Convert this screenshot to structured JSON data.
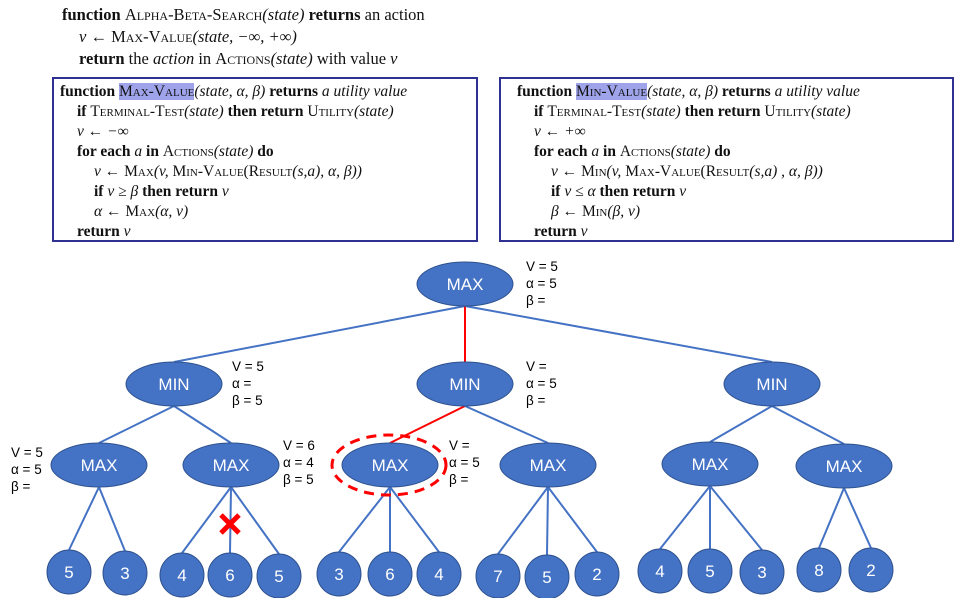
{
  "colors": {
    "node_fill": "#4472c4",
    "node_stroke": "#2f528f",
    "edge": "#4472c4",
    "highlight_edge": "#ff0000",
    "pseudocode_border": "#2e3192",
    "highlight_bg": "#9ea3ea"
  },
  "pseudocode": {
    "alpha_beta_search": {
      "line1": {
        "kw1": "function",
        "name": "Alpha-Beta-Search",
        "args": "(state)",
        "kw2": "returns",
        "rest": "an action"
      },
      "line2": {
        "v": "v",
        "arrow": "←",
        "call": "Max-Value",
        "args": "(state, −∞, +∞)"
      },
      "line3": {
        "kw": "return",
        "the": "the",
        "action": "action",
        "in": "in",
        "fn": "Actions",
        "args": "(state)",
        "tail": "with value",
        "v": "v"
      }
    },
    "max_value": {
      "kw_function": "function",
      "name": "Max-Value",
      "sig": "(state, α, β)",
      "kw_returns": "returns",
      "ret": "a utility value",
      "lines": [
        {
          "kw": "if",
          "a": "Terminal-Test",
          "b": "(state)",
          "kw2": "then return",
          "c": "Utility",
          "d": "(state)"
        },
        {
          "text": "v ← −∞"
        },
        {
          "kw": "for each",
          "a": "a",
          "kw2": "in",
          "b": "Actions",
          "c": "(state)",
          "kw3": "do"
        },
        {
          "text_a": "v ← ",
          "fn": "Max",
          "text_b": "(v, ",
          "fn2": "Min-Value",
          "text_c": "(",
          "fn3": "Result",
          "text_d": "(s,a), α, β))"
        },
        {
          "kw": "if",
          "a": "v  ≥  β",
          "kw2": "then return",
          "b": "v"
        },
        {
          "text_a": "α ← ",
          "fn": "Max",
          "text_b": "(α, v)"
        },
        {
          "kw": "return",
          "a": "v"
        }
      ]
    },
    "min_value": {
      "kw_function": "function",
      "name": "Min-Value",
      "sig": "(state, α, β)",
      "kw_returns": "returns",
      "ret": "a utility value",
      "lines": [
        {
          "kw": "if",
          "a": "Terminal-Test",
          "b": "(state)",
          "kw2": "then return",
          "c": "Utility",
          "d": "(state)"
        },
        {
          "text": "v ← +∞"
        },
        {
          "kw": "for each",
          "a": "a",
          "kw2": "in",
          "b": "Actions",
          "c": "(state)",
          "kw3": "do"
        },
        {
          "text_a": "v ← ",
          "fn": "Min",
          "text_b": "(v, ",
          "fn2": "Max-Value",
          "text_c": "(",
          "fn3": "Result",
          "text_d": "(s,a) , α, β))"
        },
        {
          "kw": "if",
          "a": "v  ≤  α",
          "kw2": "then return",
          "b": "v"
        },
        {
          "text_a": "β ← ",
          "fn": "Min",
          "text_b": "(β, v)"
        },
        {
          "kw": "return",
          "a": "v"
        }
      ]
    }
  },
  "tree": {
    "nodes": [
      {
        "id": "root",
        "label": "MAX",
        "type": "max",
        "annotation": [
          "V = 5",
          "α = 5",
          "β ="
        ]
      },
      {
        "id": "min1",
        "label": "MIN",
        "type": "min",
        "annotation": [
          "V = 5",
          "α =",
          "β = 5"
        ]
      },
      {
        "id": "min2",
        "label": "MIN",
        "type": "min",
        "annotation": [
          "V =",
          "α = 5",
          "β ="
        ]
      },
      {
        "id": "min3",
        "label": "MIN",
        "type": "min",
        "annotation": []
      },
      {
        "id": "max1",
        "label": "MAX",
        "type": "max",
        "annotation": [
          "V = 5",
          "α = 5",
          "β ="
        ]
      },
      {
        "id": "max2",
        "label": "MAX",
        "type": "max",
        "annotation": [
          "V = 6",
          "α = 4",
          "β = 5"
        ]
      },
      {
        "id": "max3",
        "label": "MAX",
        "type": "max",
        "annotation": [
          "V =",
          "α = 5",
          "β ="
        ],
        "current": true
      },
      {
        "id": "max4",
        "label": "MAX",
        "type": "max",
        "annotation": []
      },
      {
        "id": "max5",
        "label": "MAX",
        "type": "max",
        "annotation": []
      },
      {
        "id": "max6",
        "label": "MAX",
        "type": "max",
        "annotation": []
      }
    ],
    "leaves": [
      {
        "parent": "max1",
        "value": "5"
      },
      {
        "parent": "max1",
        "value": "3"
      },
      {
        "parent": "max2",
        "value": "4"
      },
      {
        "parent": "max2",
        "value": "6",
        "pruned": true
      },
      {
        "parent": "max2",
        "value": "5"
      },
      {
        "parent": "max3",
        "value": "3"
      },
      {
        "parent": "max3",
        "value": "6"
      },
      {
        "parent": "max3",
        "value": "4"
      },
      {
        "parent": "max4",
        "value": "7"
      },
      {
        "parent": "max4",
        "value": "5"
      },
      {
        "parent": "max4",
        "value": "2"
      },
      {
        "parent": "max5",
        "value": "4"
      },
      {
        "parent": "max5",
        "value": "5"
      },
      {
        "parent": "max5",
        "value": "3"
      },
      {
        "parent": "max6",
        "value": "8"
      },
      {
        "parent": "max6",
        "value": "2"
      }
    ],
    "edges": [
      {
        "from": "root",
        "to": "min1",
        "highlight": false
      },
      {
        "from": "root",
        "to": "min2",
        "highlight": true
      },
      {
        "from": "root",
        "to": "min3",
        "highlight": false
      },
      {
        "from": "min1",
        "to": "max1",
        "highlight": false
      },
      {
        "from": "min1",
        "to": "max2",
        "highlight": false
      },
      {
        "from": "min2",
        "to": "max3",
        "highlight": true
      },
      {
        "from": "min2",
        "to": "max4",
        "highlight": false
      },
      {
        "from": "min3",
        "to": "max5",
        "highlight": false
      },
      {
        "from": "min3",
        "to": "max6",
        "highlight": false
      }
    ],
    "prune_mark": "✖"
  }
}
